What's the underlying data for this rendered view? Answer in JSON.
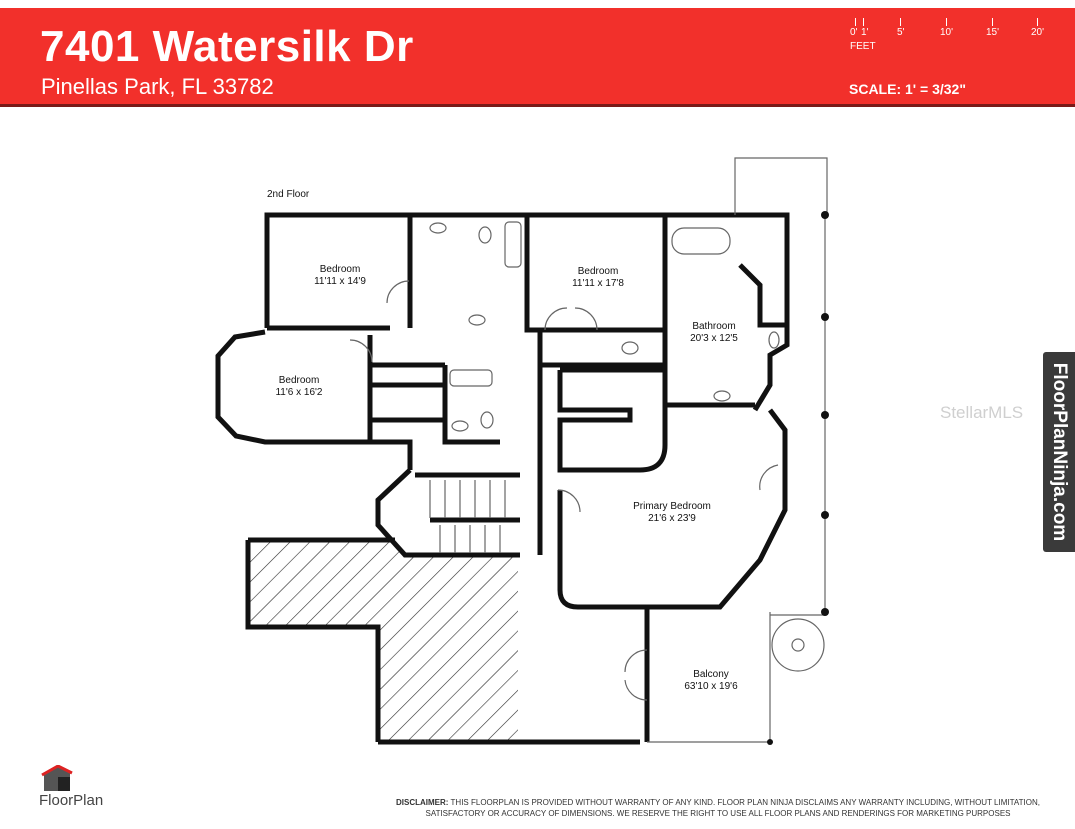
{
  "header": {
    "address": "7401 Watersilk Dr",
    "city": "Pinellas Park, FL 33782",
    "scale": "SCALE: 1' = 3/32\"",
    "scale_unit": "FEET",
    "scale_ticks": [
      "0'",
      "1'",
      "5'",
      "10'",
      "15'",
      "20'"
    ],
    "background_color": "#f2302b"
  },
  "plan": {
    "floor_label": "2nd Floor",
    "rooms": [
      {
        "name": "Bedroom",
        "dims": "11'11 x 14'9"
      },
      {
        "name": "Bedroom",
        "dims": "11'11 x 17'8"
      },
      {
        "name": "Bathroom",
        "dims": "20'3 x 12'5"
      },
      {
        "name": "Bedroom",
        "dims": "11'6 x 16'2"
      },
      {
        "name": "Primary Bedroom",
        "dims": "21'6 x 23'9"
      },
      {
        "name": "Balcony",
        "dims": "63'10 x 19'6"
      }
    ]
  },
  "side_tab": "FloorPlanNinja.com",
  "watermark": "StellarMLS",
  "footer": {
    "logo_text": "FloorPlan",
    "disclaimer_label": "DISCLAIMER:",
    "disclaimer": " THIS FLOORPLAN IS PROVIDED WITHOUT WARRANTY OF ANY KIND. FLOOR PLAN NINJA DISCLAIMS ANY WARRANTY INCLUDING, WITHOUT LIMITATION, SATISFACTORY OR ACCURACY OF DIMENSIONS. WE RESERVE THE RIGHT TO USE ALL FLOOR PLANS AND RENDERINGS FOR MARKETING PURPOSES"
  }
}
